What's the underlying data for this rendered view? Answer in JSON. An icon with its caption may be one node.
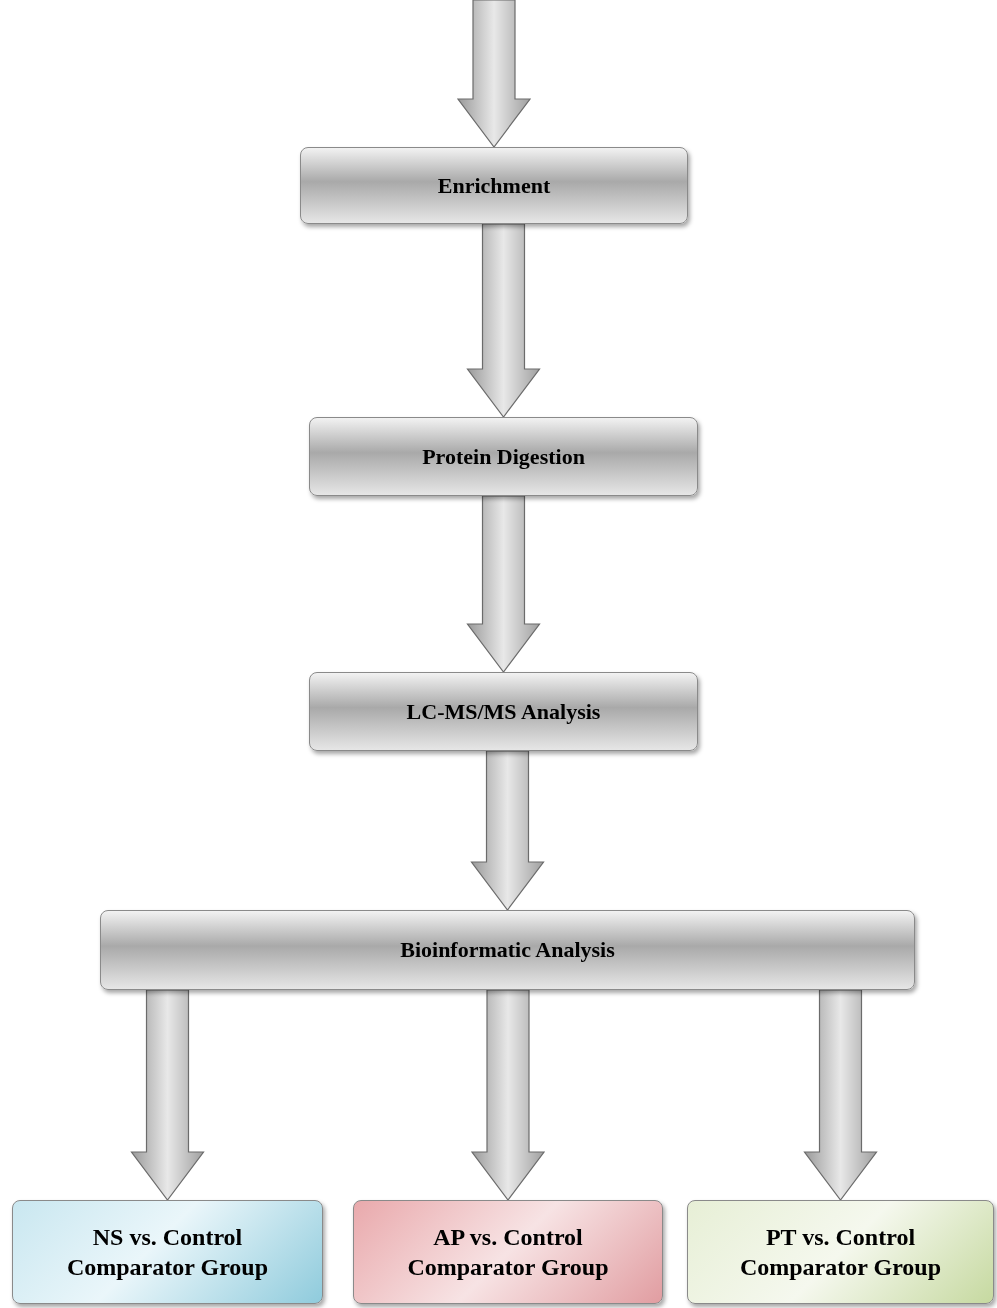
{
  "diagram": {
    "nodes": [
      {
        "text": [
          "Enrichment"
        ]
      },
      {
        "text": [
          "Protein Digestion"
        ]
      },
      {
        "text": [
          "LC-MS/MS Analysis"
        ]
      },
      {
        "text": [
          "Bioinformatic Analysis"
        ]
      },
      {
        "text": [
          "NS vs. Control Comparator Group"
        ]
      },
      {
        "text": [
          "AP vs. Control Comparator Group"
        ]
      },
      {
        "text": [
          "PT vs. Control Comparator Group"
        ]
      }
    ],
    "edges": [
      {
        "from": null,
        "to": 0,
        "arrow": "to"
      },
      {
        "from": 0,
        "to": 1,
        "arrow": "to"
      },
      {
        "from": 1,
        "to": 2,
        "arrow": "to"
      },
      {
        "from": 2,
        "to": 3,
        "arrow": "to"
      },
      {
        "from": 3,
        "to": 4,
        "arrow": "to"
      },
      {
        "from": 3,
        "to": 5,
        "arrow": "to"
      },
      {
        "from": 3,
        "to": 6,
        "arrow": "to"
      }
    ]
  }
}
